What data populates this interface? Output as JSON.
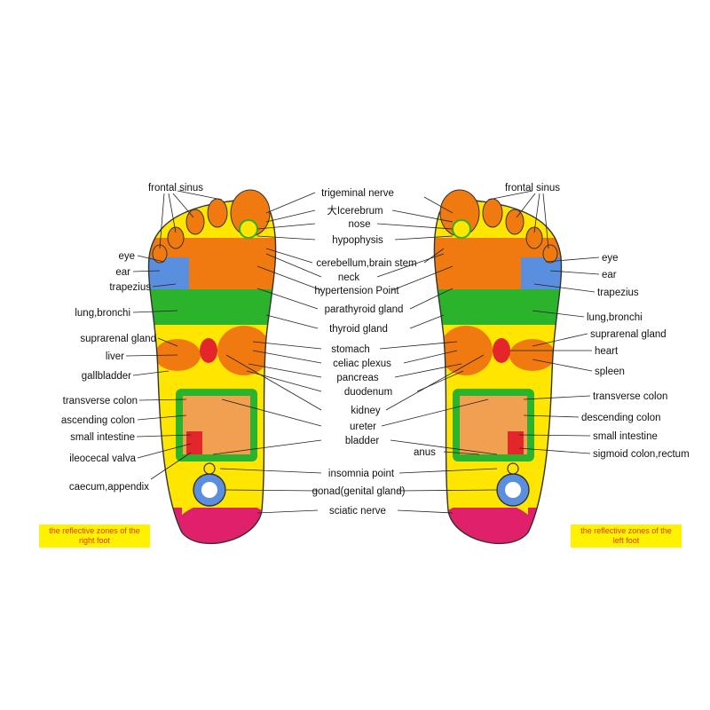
{
  "center_labels": [
    "trigeminal nerve",
    "大Icerebrum",
    "nose",
    "hypophysis",
    "cerebellum,brain stem",
    "neck",
    "hypertension Point",
    "parathyroid gland",
    "thyroid gland",
    "stomach",
    "celiac plexus",
    "pancreas",
    "duodenum",
    "kidney",
    "ureter",
    "bladder",
    "insomnia point",
    "gonad(genital gland)",
    "sciatic nerve"
  ],
  "right_foot_labels": [
    "frontal sinus",
    "eye",
    "ear",
    "trapezius",
    "lung,bronchi",
    "suprarenal gland",
    "liver",
    "gallbladder",
    "transverse colon",
    "ascending colon",
    "small intestine",
    "ileocecal valva",
    "caecum,appendix"
  ],
  "left_foot_labels": [
    "frontal sinus",
    "eye",
    "ear",
    "trapezius",
    "lung,bronchi",
    "suprarenal gland",
    "heart",
    "spleen",
    "transverse colon",
    "descending colon",
    "small intestine",
    "anus",
    "sigmoid colon,rectum"
  ],
  "captions": {
    "right_line1": "the reflective zones of the",
    "right_line2": "right foot",
    "left_line1": "the reflective zones of the",
    "left_line2": "left foot"
  },
  "colors": {
    "yellow": "#ffe600",
    "orange": "#f07a10",
    "green": "#2bb32b",
    "blue": "#5a8fe0",
    "red": "#e2262a",
    "magenta": "#e0206a",
    "caption_bg": "#fff200",
    "caption_text": "#d33a1a"
  }
}
